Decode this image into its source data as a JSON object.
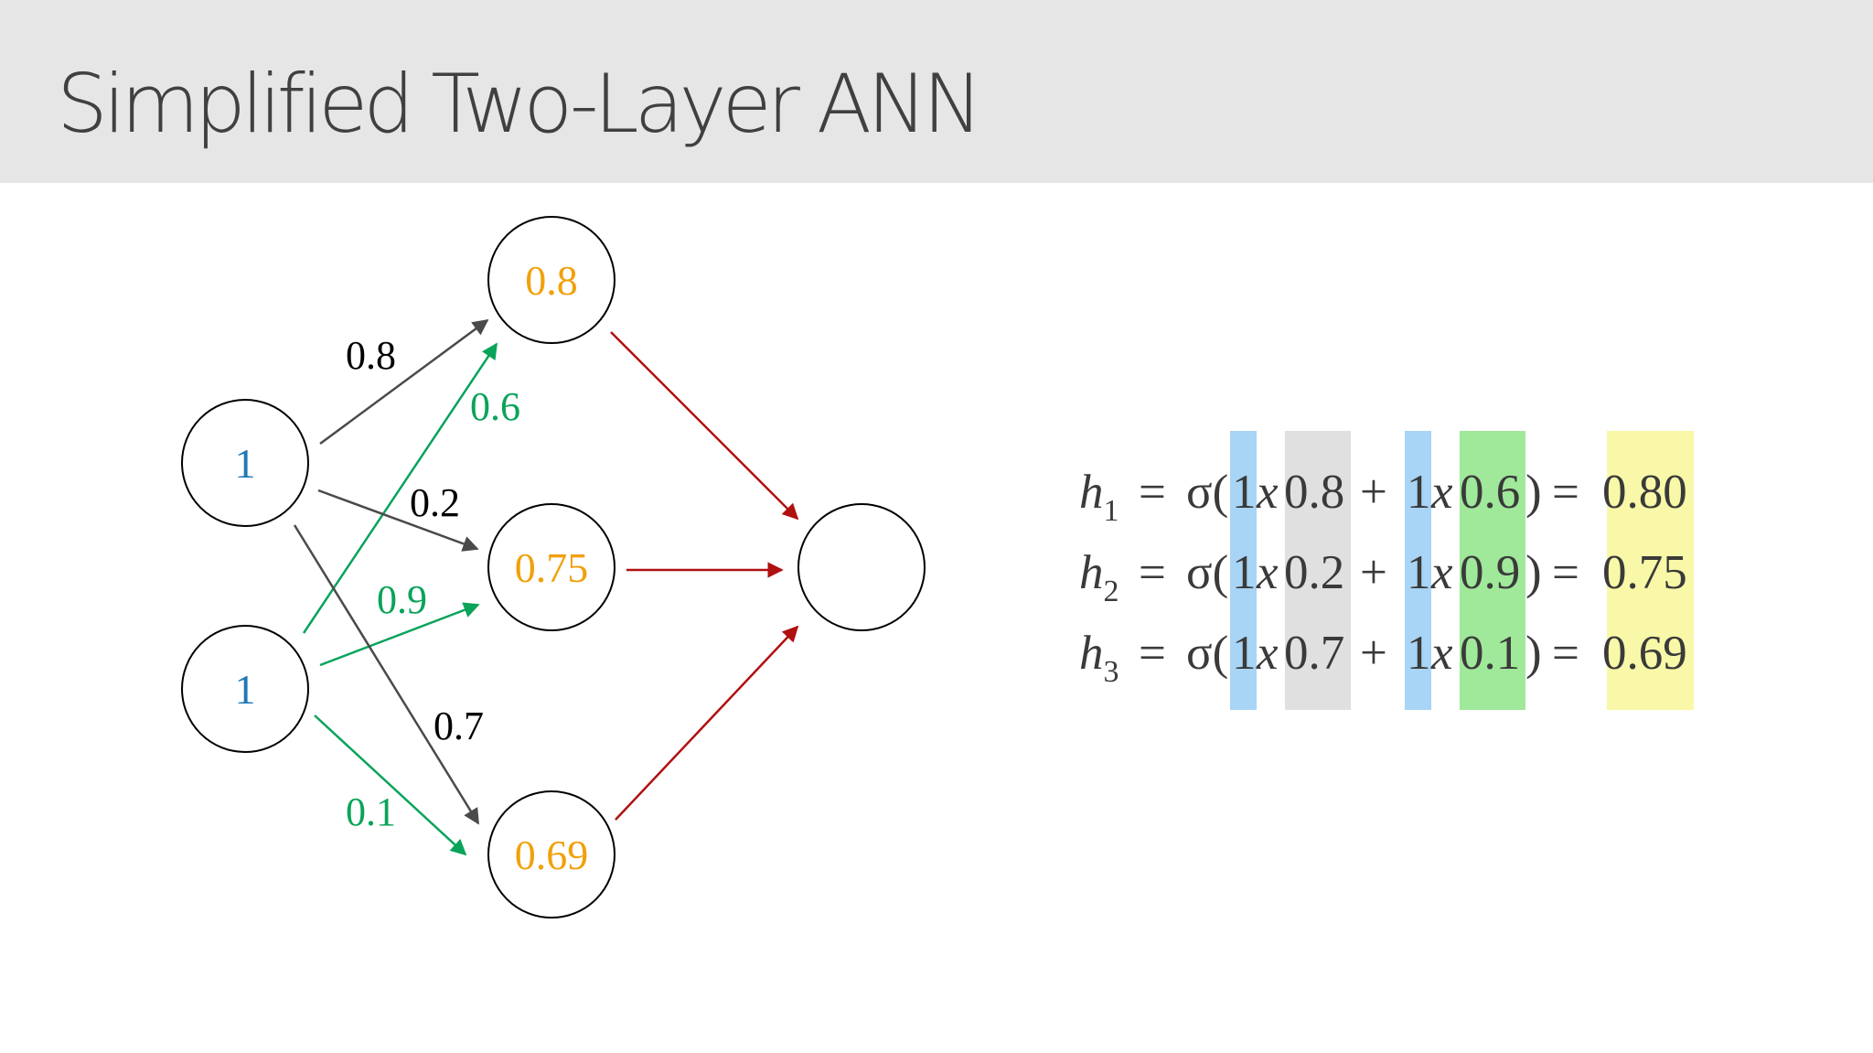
{
  "slide": {
    "title": "Simplified Two-Layer ANN"
  },
  "colors": {
    "input_value": "#1f78b4",
    "hidden_value": "#f0a10a",
    "black_weight": "#000000",
    "green_weight": "#0aa35a",
    "output_arrow": "#b01010",
    "gray_arrow": "#4a4a4a",
    "highlight_blue": "#a8d4f5",
    "highlight_gray": "#e0e0e0",
    "highlight_green": "#a0e89a",
    "highlight_yellow": "#f8f8a8"
  },
  "network": {
    "input_nodes": [
      "1",
      "1"
    ],
    "hidden_nodes": [
      "0.8",
      "0.75",
      "0.69"
    ],
    "output_node": "",
    "weights": {
      "input1_to_hidden1": "0.8",
      "input2_to_hidden1": "0.6",
      "input1_to_hidden2": "0.2",
      "input2_to_hidden2": "0.9",
      "input1_to_hidden3": "0.7",
      "input2_to_hidden3": "0.1"
    }
  },
  "equations": [
    {
      "var": "h",
      "sub": "1",
      "eq1": "=",
      "sigma": "σ(",
      "in1": "1",
      "x1": "x",
      "w1": "0.8",
      "plus": "+",
      "in2": "1",
      "x2": "x",
      "w2": "0.6",
      "close": ")",
      "eq2": "=",
      "result": "0.80"
    },
    {
      "var": "h",
      "sub": "2",
      "eq1": "=",
      "sigma": "σ(",
      "in1": "1",
      "x1": "x",
      "w1": "0.2",
      "plus": "+",
      "in2": "1",
      "x2": "x",
      "w2": "0.9",
      "close": ")",
      "eq2": "=",
      "result": "0.75"
    },
    {
      "var": "h",
      "sub": "3",
      "eq1": "=",
      "sigma": "σ(",
      "in1": "1",
      "x1": "x",
      "w1": "0.7",
      "plus": "+",
      "in2": "1",
      "x2": "x",
      "w2": "0.1",
      "close": ")",
      "eq2": "=",
      "result": "0.69"
    }
  ]
}
